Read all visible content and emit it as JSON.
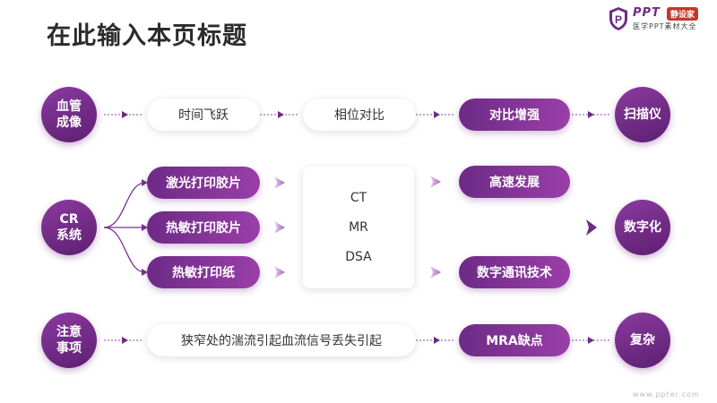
{
  "title": "在此输入本页标题",
  "logo": {
    "brand": "PPT",
    "tag": "静设家",
    "subtitle": "医学PPT素材大全"
  },
  "watermark": "www.ppter.com",
  "rows": {
    "row1": {
      "left": "血管\n成像",
      "step1": "时间飞跃",
      "step2": "相位对比",
      "result": "对比增强",
      "right": "扫描仪"
    },
    "row2": {
      "left": "CR\n系统",
      "branches": [
        "激光打印胶片",
        "热敏打印胶片",
        "热敏打印纸"
      ],
      "box_items": [
        "CT",
        "MR",
        "DSA"
      ],
      "results": [
        "高速发展",
        "数字通讯技术"
      ],
      "right": "数字化"
    },
    "row3": {
      "left": "注意\n事项",
      "step1": "狭窄处的湍流引起血流信号丢失引起",
      "result": "MRA缺点",
      "right": "复杂"
    }
  },
  "colors": {
    "primary": "#6d2a86",
    "primary_light": "#9a3fa8",
    "arrow": "#b07cc0"
  }
}
